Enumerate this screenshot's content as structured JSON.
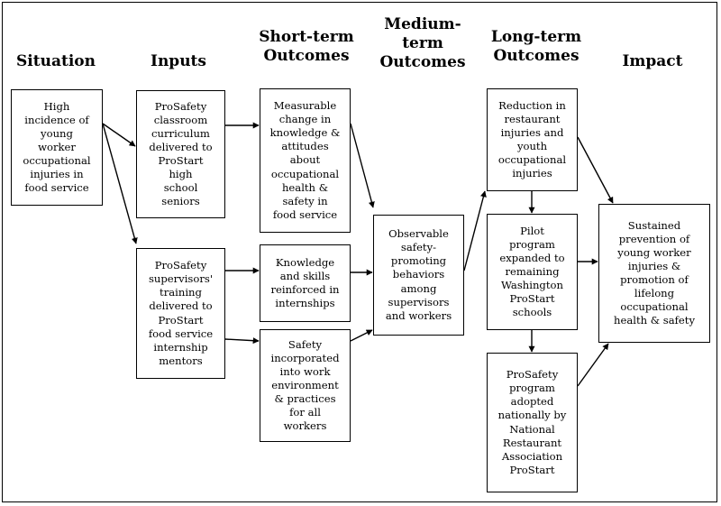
{
  "headers": {
    "situation": [
      "Situation"
    ],
    "inputs": [
      "Inputs"
    ],
    "short": [
      "Short-term",
      "Outcomes"
    ],
    "medium": [
      "Medium-",
      "term",
      "Outcomes"
    ],
    "long": [
      "Long-term",
      "Outcomes"
    ],
    "impact": [
      "Impact"
    ]
  },
  "boxes": {
    "situation": [
      "High",
      "incidence of",
      "young",
      "worker",
      "occupational",
      "injuries in",
      "food service"
    ],
    "input_classroom": [
      "ProSafety",
      "classroom",
      "curriculum",
      "delivered to",
      "ProStart",
      "high",
      "school",
      "seniors"
    ],
    "input_supervisors": [
      "ProSafety",
      "supervisors'",
      "training",
      "delivered to",
      "ProStart",
      "food service",
      "internship",
      "mentors"
    ],
    "short_knowledge": [
      "Measurable",
      "change in",
      "knowledge &",
      "attitudes",
      "about",
      "occupational",
      "health &",
      "safety in",
      "food service"
    ],
    "short_internships": [
      "Knowledge",
      "and skills",
      "reinforced in",
      "internships"
    ],
    "short_safety": [
      "Safety",
      "incorporated",
      "into work",
      "environment",
      "& practices",
      "for all",
      "workers"
    ],
    "medium_behaviors": [
      "Observable",
      "safety-",
      "promoting",
      "behaviors",
      "among",
      "supervisors",
      "and workers"
    ],
    "long_reduction": [
      "Reduction in",
      "restaurant",
      "injuries and",
      "youth",
      "occupational",
      "injuries"
    ],
    "long_pilot": [
      "Pilot",
      "program",
      "expanded to",
      "remaining",
      "Washington",
      "ProStart",
      "schools"
    ],
    "long_national": [
      "ProSafety",
      "program",
      "adopted",
      "nationally by",
      "National",
      "Restaurant",
      "Association",
      "ProStart"
    ],
    "impact_sustained": [
      "Sustained",
      "prevention of",
      "young worker",
      "injuries &",
      "promotion of",
      "lifelong",
      "occupational",
      "health & safety"
    ]
  }
}
